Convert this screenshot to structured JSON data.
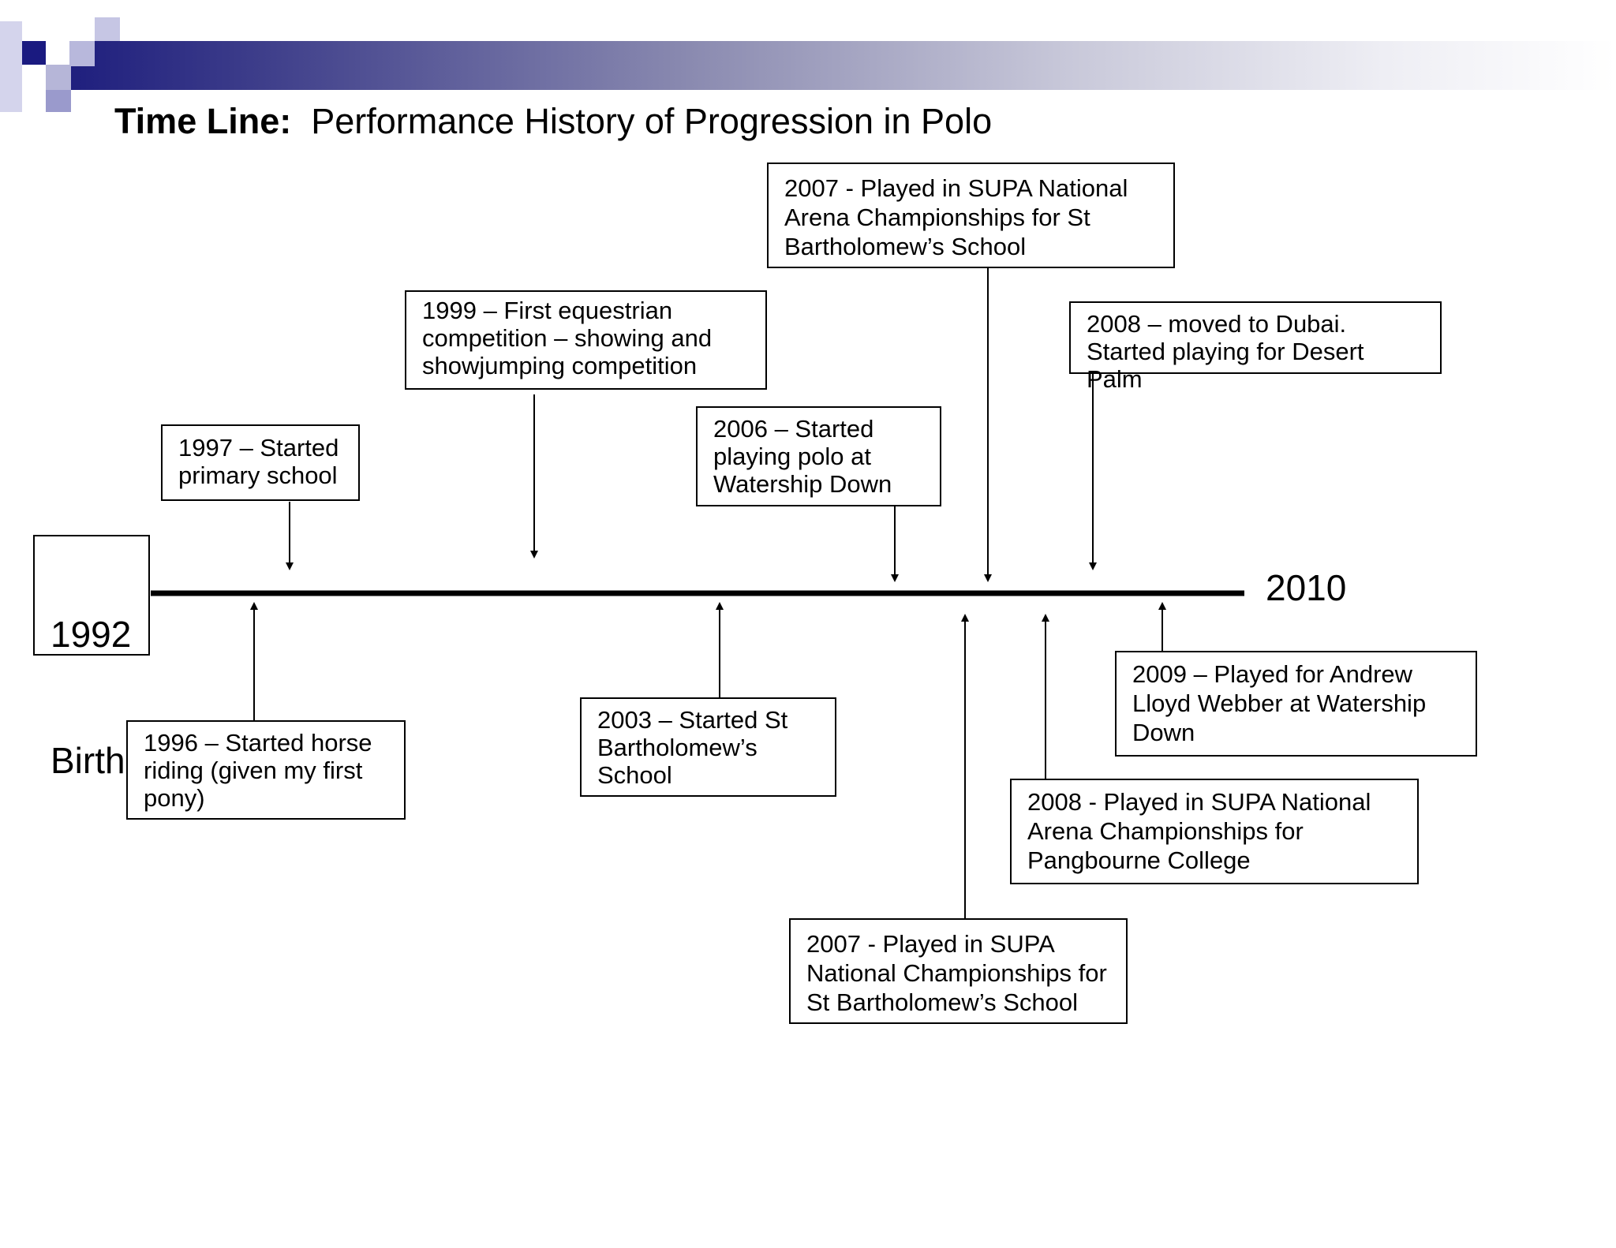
{
  "slide": {
    "title_bold": "Time Line:",
    "title_rest": "Performance History of Progression in Polo"
  },
  "timeline": {
    "start_year": "1992",
    "start_label": "Birth",
    "end_year": "2010"
  },
  "events": {
    "e1996": "1996 – Started horse\nriding (given my first\npony)",
    "e1997": "1997 – Started\nprimary school",
    "e1999": "1999 – First equestrian\ncompetition – showing and\nshowjumping competition",
    "e2003": "2003 – Started St\nBartholomew’s\nSchool",
    "e2006": "2006 – Started\nplaying polo at\nWatership Down",
    "e2007_arena": "2007 - Played in SUPA National\nArena Championships for St\nBartholomew’s School",
    "e2007_national": "2007 - Played in SUPA\nNational Championships for\nSt Bartholomew’s School",
    "e2008_dubai": "2008 – moved to Dubai.\nStarted playing for Desert Palm",
    "e2008_arena": "2008 - Played in SUPA National\nArena Championships for\nPangbourne College",
    "e2009": "2009 – Played for Andrew\nLloyd Webber at Watership\nDown"
  },
  "colors": {
    "band_dark": "#1f1f7e",
    "band_light": "#ffffff"
  }
}
